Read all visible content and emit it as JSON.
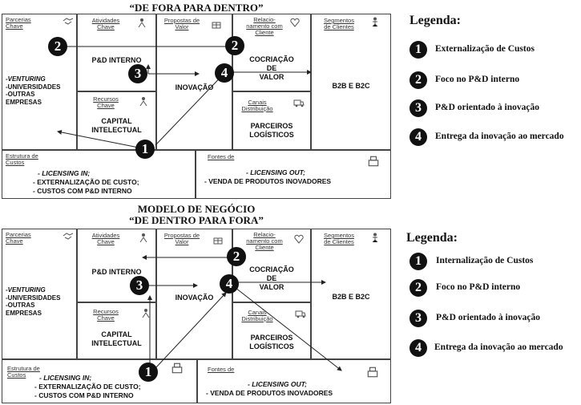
{
  "diagram1": {
    "title": "“DE FORA PARA DENTRO”",
    "headers": {
      "parcerias": "Parcerias Chave",
      "atividades": "Atividades Chave",
      "propostas": "Propostas de Valor",
      "relacionamento": "Relacio- namento com Cliente",
      "segmentos": "Segmentos de Clientes",
      "recursos": "Recursos Chave",
      "canais": "Canais Distribuição",
      "estrutura": "Estrutura de Custos",
      "fontes": "Fontes de"
    },
    "content": {
      "parcerias": [
        "-VENTURING",
        "-UNIVERSIDADES",
        "-OUTRAS",
        "EMPRESAS"
      ],
      "atividades": "P&D INTERNO",
      "propostas": "INOVAÇÃO",
      "relacionamento": [
        "COCRIAÇÃO",
        "DE",
        "VALOR"
      ],
      "segmentos": "B2B E B2C",
      "recursos": [
        "CAPITAL",
        "INTELECTUAL"
      ],
      "canais": [
        "PARCEIROS",
        "LOGÍSTICOS"
      ],
      "estrutura": [
        "- LICENSING IN;",
        "- EXTERNALIZAÇÃO DE CUSTO;",
        "- CUSTOS COM P&D INTERNO"
      ],
      "fontes": [
        "- LICENSING OUT;",
        "- VENDA DE PRODUTOS INOVADORES"
      ]
    },
    "legend": {
      "title": "Legenda:",
      "items": [
        {
          "num": "1",
          "text": "Externalização de Custos"
        },
        {
          "num": "2",
          "text": "Foco no P&D interno"
        },
        {
          "num": "3",
          "text": "P&D orientado à inovação"
        },
        {
          "num": "4",
          "text": "Entrega da inovação ao mercado"
        }
      ]
    }
  },
  "diagram2": {
    "title_line1": "MODELO DE NEGÓCIO",
    "title_line2": "“DE DENTRO PARA FORA”",
    "headers": {
      "parcerias": "Parcerias Chave",
      "atividades": "Atividades Chave",
      "propostas": "Propostas de Valor",
      "relacionamento": "Relacio- namento com Cliente",
      "segmentos": "Segmentos de Clientes",
      "recursos": "Recursos Chave",
      "canais": "Canais Distribuição",
      "estrutura": "Estrutura de Custos",
      "fontes": "Fontes de"
    },
    "content": {
      "parcerias": [
        "-VENTURING",
        "-UNIVERSIDADES",
        "-OUTRAS",
        "EMPRESAS"
      ],
      "atividades": "P&D INTERNO",
      "propostas": "INOVAÇÃO",
      "relacionamento": [
        "COCRIAÇÃO",
        "DE",
        "VALOR"
      ],
      "segmentos": "B2B E B2C",
      "recursos": [
        "CAPITAL",
        "INTELECTUAL"
      ],
      "canais": [
        "PARCEIROS",
        "LOGÍSTICOS"
      ],
      "estrutura": [
        "- LICENSING IN;",
        "- EXTERNALIZAÇÃO DE CUSTO;",
        "- CUSTOS COM P&D INTERNO"
      ],
      "fontes": [
        "- LICENSING OUT;",
        "- VENDA DE PRODUTOS INOVADORES"
      ]
    },
    "legend": {
      "title": "Legenda:",
      "items": [
        {
          "num": "1",
          "text": "Internalização de Custos"
        },
        {
          "num": "2",
          "text": "Foco no P&D interno"
        },
        {
          "num": "3",
          "text": "P&D orientado à inovação"
        },
        {
          "num": "4",
          "text": "Entrega da inovação ao mercado"
        }
      ]
    }
  },
  "icons": [
    "handshake-icon",
    "worker-icon",
    "gift-icon",
    "heart-icon",
    "person-icon",
    "truck-icon",
    "cash-register-icon"
  ]
}
